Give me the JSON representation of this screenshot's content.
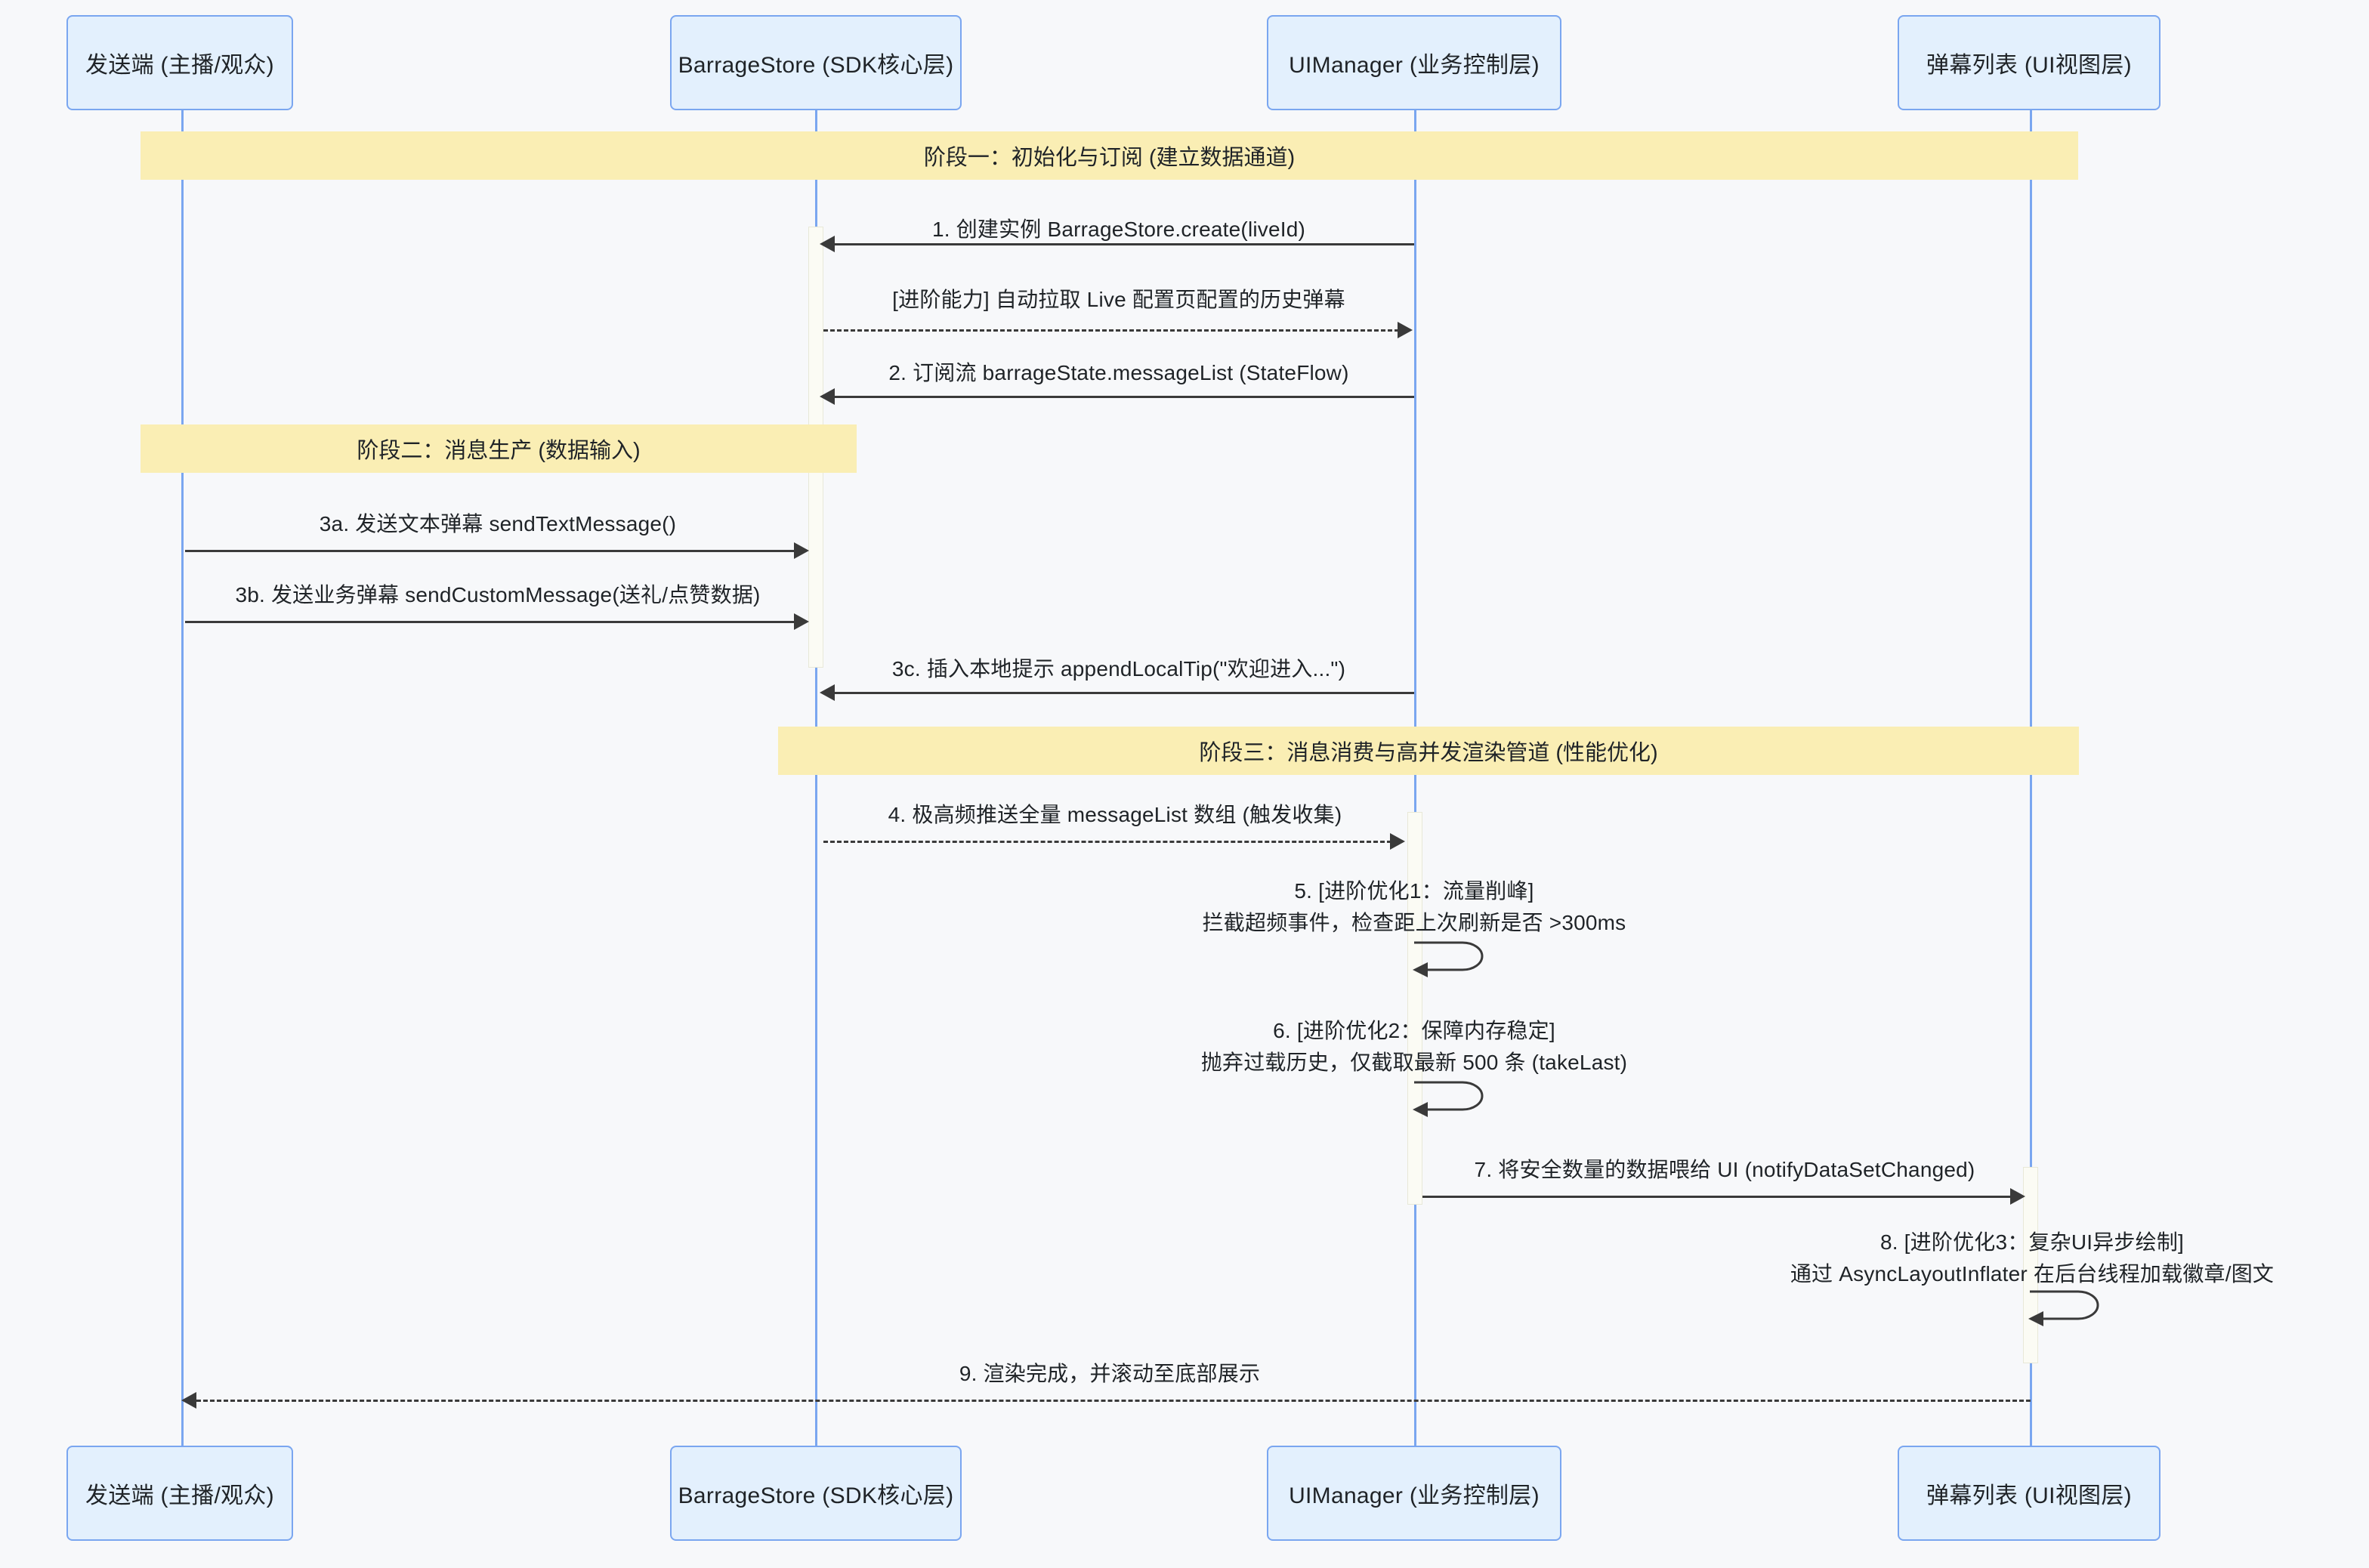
{
  "diagram": {
    "type": "sequence-diagram",
    "background_color": "#f7f8fa",
    "actor_fill": "#e3f0fd",
    "actor_border": "#7aa6f0",
    "phase_fill": "#faeeb4",
    "line_color": "#3a3a3a"
  },
  "participants": [
    {
      "id": "sender",
      "label": "发送端 (主播/观众)"
    },
    {
      "id": "store",
      "label": "BarrageStore (SDK核心层)"
    },
    {
      "id": "manager",
      "label": "UIManager (业务控制层)"
    },
    {
      "id": "list",
      "label": "弹幕列表 (UI视图层)"
    }
  ],
  "phases": [
    {
      "id": "phase-1",
      "label": "阶段一：初始化与订阅 (建立数据通道)"
    },
    {
      "id": "phase-2",
      "label": "阶段二：消息生产 (数据输入)"
    },
    {
      "id": "phase-3",
      "label": "阶段三：消息消费与高并发渲染管道 (性能优化)"
    }
  ],
  "messages": [
    {
      "id": "msg-1",
      "label": "1. 创建实例 BarrageStore.create(liveId)",
      "from": "manager",
      "to": "store",
      "style": "solid",
      "direction": "left"
    },
    {
      "id": "msg-adv-history",
      "label": "[进阶能力] 自动拉取 Live 配置页配置的历史弹幕",
      "from": "store",
      "to": "manager",
      "style": "dashed",
      "direction": "right"
    },
    {
      "id": "msg-2",
      "label": "2. 订阅流 barrageState.messageList (StateFlow)",
      "from": "manager",
      "to": "store",
      "style": "solid",
      "direction": "left"
    },
    {
      "id": "msg-3a",
      "label": "3a. 发送文本弹幕 sendTextMessage()",
      "from": "sender",
      "to": "store",
      "style": "solid",
      "direction": "right"
    },
    {
      "id": "msg-3b",
      "label": "3b. 发送业务弹幕 sendCustomMessage(送礼/点赞数据)",
      "from": "sender",
      "to": "store",
      "style": "solid",
      "direction": "right"
    },
    {
      "id": "msg-3c",
      "label": "3c. 插入本地提示 appendLocalTip(\"欢迎进入...\")",
      "from": "manager",
      "to": "store",
      "style": "solid",
      "direction": "left"
    },
    {
      "id": "msg-4",
      "label": "4. 极高频推送全量 messageList 数组 (触发收集)",
      "from": "store",
      "to": "manager",
      "style": "dashed",
      "direction": "right"
    },
    {
      "id": "msg-5",
      "label_line1": "5. [进阶优化1：流量削峰]",
      "label_line2": "拦截超频事件，检查距上次刷新是否 >300ms",
      "from": "manager",
      "to": "manager",
      "style": "solid",
      "direction": "self"
    },
    {
      "id": "msg-6",
      "label_line1": "6. [进阶优化2：保障内存稳定]",
      "label_line2": "抛弃过载历史，仅截取最新 500 条 (takeLast)",
      "from": "manager",
      "to": "manager",
      "style": "solid",
      "direction": "self"
    },
    {
      "id": "msg-7",
      "label": "7. 将安全数量的数据喂给 UI (notifyDataSetChanged)",
      "from": "manager",
      "to": "list",
      "style": "solid",
      "direction": "right"
    },
    {
      "id": "msg-8",
      "label_line1": "8. [进阶优化3：复杂UI异步绘制]",
      "label_line2": "通过 AsyncLayoutInflater 在后台线程加载徽章/图文",
      "from": "list",
      "to": "list",
      "style": "solid",
      "direction": "self"
    },
    {
      "id": "msg-9",
      "label": "9. 渲染完成，并滚动至底部展示",
      "from": "list",
      "to": "sender",
      "style": "dashed",
      "direction": "left"
    }
  ],
  "footer_participants": [
    {
      "id": "sender-footer",
      "label": "发送端 (主播/观众)"
    },
    {
      "id": "store-footer",
      "label": "BarrageStore (SDK核心层)"
    },
    {
      "id": "manager-footer",
      "label": "UIManager (业务控制层)"
    },
    {
      "id": "list-footer",
      "label": "弹幕列表 (UI视图层)"
    }
  ]
}
